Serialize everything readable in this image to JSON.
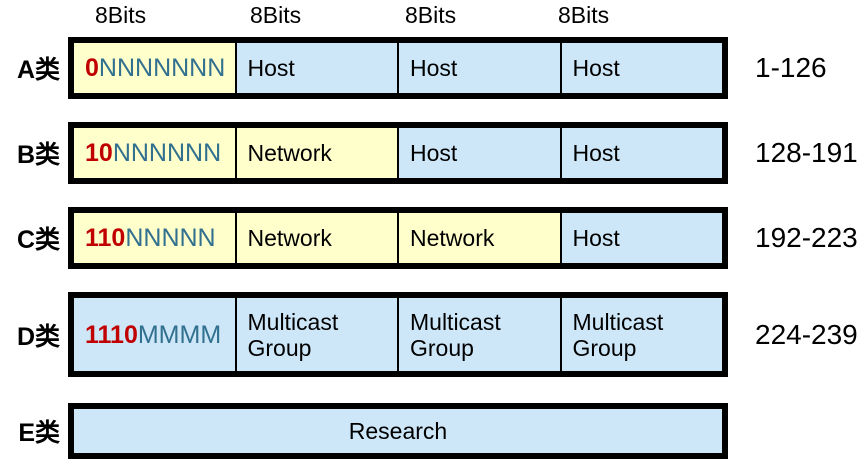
{
  "header": {
    "bit_labels": [
      "8Bits",
      "8Bits",
      "8Bits",
      "8Bits"
    ]
  },
  "colors": {
    "cell_yellow": "#FFFFCC",
    "cell_blue": "#CDE7F8",
    "bit_prefix_red": "#C00000",
    "bit_letter_teal": "#31708F",
    "border_black": "#000000",
    "background": "#FFFFFF"
  },
  "rows": [
    {
      "label": "A类",
      "range": "1-126",
      "cells": [
        {
          "prefix": "0",
          "rest": "NNNNNNN"
        },
        {
          "text": "Host"
        },
        {
          "text": "Host"
        },
        {
          "text": "Host"
        }
      ]
    },
    {
      "label": "B类",
      "range": "128-191",
      "cells": [
        {
          "prefix": "10",
          "rest": "NNNNNN"
        },
        {
          "text": "Network"
        },
        {
          "text": "Host"
        },
        {
          "text": "Host"
        }
      ]
    },
    {
      "label": "C类",
      "range": "192-223",
      "cells": [
        {
          "prefix": "110",
          "rest": "NNNNN"
        },
        {
          "text": "Network"
        },
        {
          "text": "Network"
        },
        {
          "text": "Host"
        }
      ]
    },
    {
      "label": "D类",
      "range": "224-239",
      "cells": [
        {
          "prefix": "1110",
          "rest": "MMMM"
        },
        {
          "text": "Multicast Group"
        },
        {
          "text": "Multicast Group"
        },
        {
          "text": "Multicast Group"
        }
      ]
    },
    {
      "label": "E类",
      "range": "",
      "cells": [
        {
          "text": "Research"
        }
      ]
    }
  ]
}
